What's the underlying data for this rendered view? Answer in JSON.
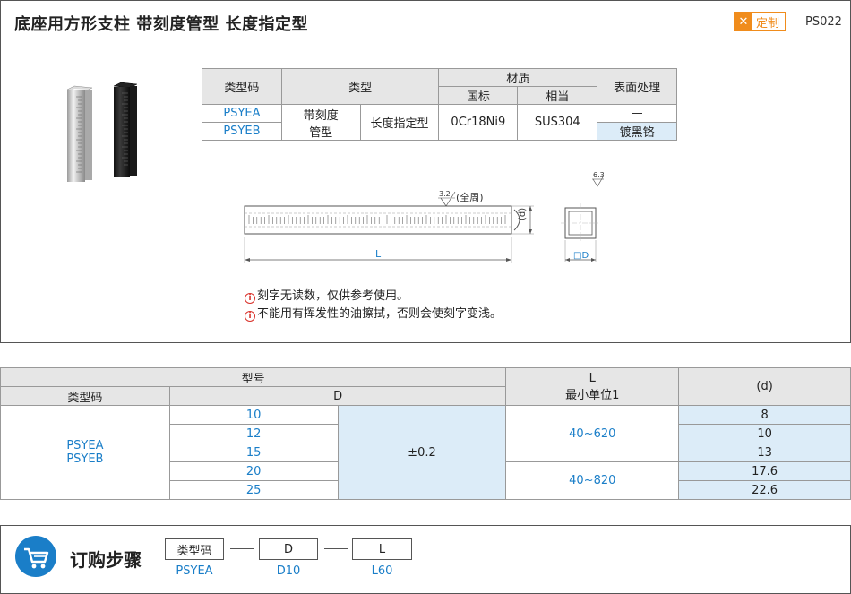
{
  "header": {
    "title": "底座用方形支柱  带刻度管型  长度指定型",
    "custom_label": "定制",
    "code": "PS022"
  },
  "spec": {
    "h_type_code": "类型码",
    "h_type": "类型",
    "h_material": "材质",
    "h_national": "国标",
    "h_equivalent": "相当",
    "h_surface": "表面处理",
    "row_a_code": "PSYEA",
    "row_b_code": "PSYEB",
    "type1_line1": "带刻度",
    "type1_line2": "管型",
    "type2": "长度指定型",
    "national": "0Cr18Ni9",
    "equivalent": "SUS304",
    "surface_a": "—",
    "surface_b": "镀黑铬"
  },
  "drawing": {
    "roughness_1": "3.2",
    "full_around": "(全周)",
    "d_label": "(d)",
    "L_label": "L",
    "roughness_2": "6.3",
    "D_label": "□D"
  },
  "notes": [
    "刻字无读数，仅供参考使用。",
    "不能用有挥发性的油擦拭，否则会使刻字变浅。"
  ],
  "size_table": {
    "h_model": "型号",
    "h_type_code": "类型码",
    "h_D": "D",
    "h_L_line1": "L",
    "h_L_line2": "最小单位1",
    "h_d": "(d)",
    "codes_line1": "PSYEA",
    "codes_line2": "PSYEB",
    "tolerance": "±0.2",
    "range_1": "40~620",
    "range_2": "40~820",
    "rows": [
      {
        "D": "10",
        "d": "8"
      },
      {
        "D": "12",
        "d": "10"
      },
      {
        "D": "15",
        "d": "13"
      },
      {
        "D": "20",
        "d": "17.6"
      },
      {
        "D": "25",
        "d": "22.6"
      }
    ]
  },
  "order": {
    "title": "订购步骤",
    "box1": "类型码",
    "box2": "D",
    "box3": "L",
    "val1": "PSYEA",
    "val2": "D10",
    "val3": "L60"
  },
  "colors": {
    "accent_blue": "#1a7ec8",
    "orange": "#f08c1c",
    "light_blue_cell": "#dcecf8",
    "header_gray": "#e6e6e6"
  }
}
